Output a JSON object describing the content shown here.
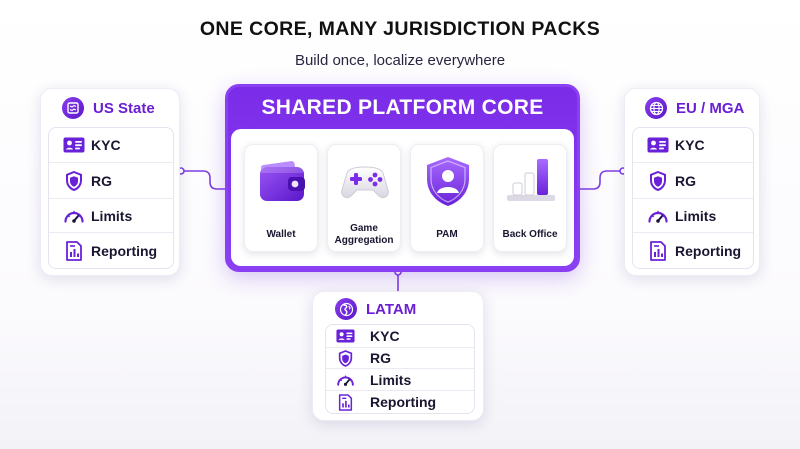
{
  "header": {
    "title": "ONE CORE, MANY JURISDICTION PACKS",
    "subtitle": "Build once, localize everywhere"
  },
  "core": {
    "title": "SHARED PLATFORM CORE",
    "modules": [
      {
        "label": "Wallet",
        "icon": "wallet-icon"
      },
      {
        "label": "Game Aggregation",
        "icon": "gamepad-icon"
      },
      {
        "label": "PAM",
        "icon": "user-shield-icon"
      },
      {
        "label": "Back Office",
        "icon": "bar-chart-icon"
      }
    ]
  },
  "packs": {
    "us": {
      "title": "US State",
      "icon": "state-map-icon",
      "items": [
        {
          "label": "KYC",
          "icon": "id-card-icon"
        },
        {
          "label": "RG",
          "icon": "shield-icon"
        },
        {
          "label": "Limits",
          "icon": "gauge-icon"
        },
        {
          "label": "Reporting",
          "icon": "report-icon"
        }
      ]
    },
    "eu": {
      "title": "EU / MGA",
      "icon": "globe-icon",
      "items": [
        {
          "label": "KYC",
          "icon": "id-card-icon"
        },
        {
          "label": "RG",
          "icon": "shield-icon"
        },
        {
          "label": "Limits",
          "icon": "gauge-icon"
        },
        {
          "label": "Reporting",
          "icon": "report-icon"
        }
      ]
    },
    "latam": {
      "title": "LATAM",
      "icon": "americas-globe-icon",
      "items": [
        {
          "label": "KYC",
          "icon": "id-card-icon"
        },
        {
          "label": "RG",
          "icon": "shield-icon"
        },
        {
          "label": "Limits",
          "icon": "gauge-icon"
        },
        {
          "label": "Reporting",
          "icon": "report-icon"
        }
      ]
    }
  },
  "colors": {
    "accent": "#7a2ce8",
    "accent_dark": "#5a17c9",
    "text": "#1b1530"
  }
}
